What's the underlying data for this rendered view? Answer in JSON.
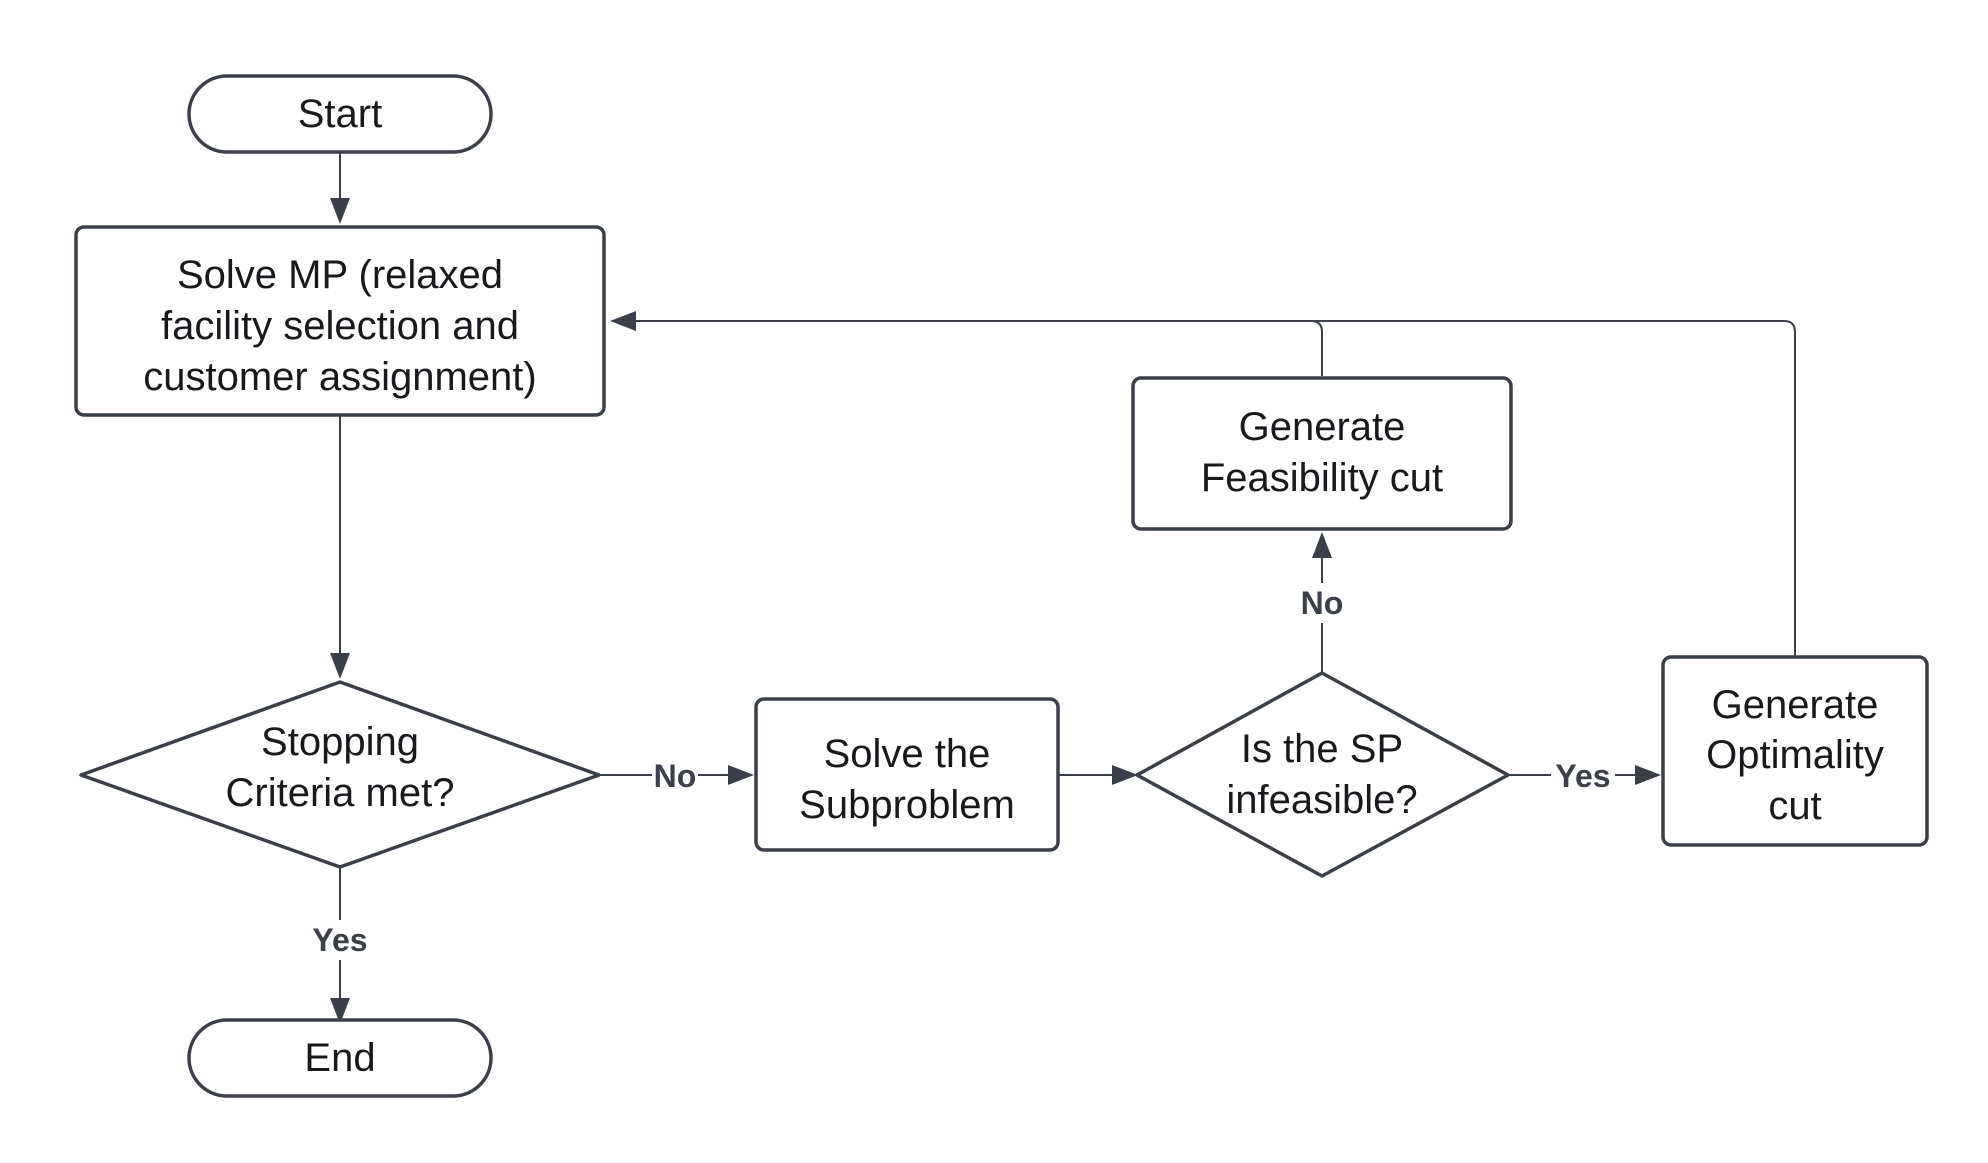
{
  "diagram": {
    "type": "flowchart",
    "colors": {
      "stroke": "#3b3f47",
      "text": "#17191d",
      "background": "#ffffff"
    },
    "nodes": {
      "start": {
        "shape": "terminal",
        "lines": [
          "Start"
        ]
      },
      "solve_mp": {
        "shape": "process",
        "lines": [
          "Solve MP (relaxed",
          "facility selection and",
          "customer assignment)"
        ]
      },
      "stopping_criteria": {
        "shape": "decision",
        "lines": [
          "Stopping",
          "Criteria met?"
        ]
      },
      "end": {
        "shape": "terminal",
        "lines": [
          "End"
        ]
      },
      "solve_sp": {
        "shape": "process",
        "lines": [
          "Solve the",
          "Subproblem"
        ]
      },
      "sp_infeasible": {
        "shape": "decision",
        "lines": [
          "Is the SP",
          "infeasible?"
        ]
      },
      "feasibility_cut": {
        "shape": "process",
        "lines": [
          "Generate",
          "Feasibility cut"
        ]
      },
      "optimality_cut": {
        "shape": "process",
        "lines": [
          "Generate",
          "Optimality",
          "cut"
        ]
      }
    },
    "edges": {
      "start_to_mp": {
        "from": "start",
        "to": "solve_mp",
        "label": ""
      },
      "mp_to_stopping": {
        "from": "solve_mp",
        "to": "stopping_criteria",
        "label": ""
      },
      "stopping_to_end": {
        "from": "stopping_criteria",
        "to": "end",
        "label": "Yes"
      },
      "stopping_to_sp": {
        "from": "stopping_criteria",
        "to": "solve_sp",
        "label": "No"
      },
      "sp_to_infeasible": {
        "from": "solve_sp",
        "to": "sp_infeasible",
        "label": ""
      },
      "infeasible_to_feasibility": {
        "from": "sp_infeasible",
        "to": "feasibility_cut",
        "label": "No"
      },
      "infeasible_to_optimality": {
        "from": "sp_infeasible",
        "to": "optimality_cut",
        "label": "Yes"
      },
      "feasibility_to_mp": {
        "from": "feasibility_cut",
        "to": "solve_mp",
        "label": ""
      },
      "optimality_to_mp": {
        "from": "optimality_cut",
        "to": "solve_mp",
        "label": ""
      }
    }
  }
}
